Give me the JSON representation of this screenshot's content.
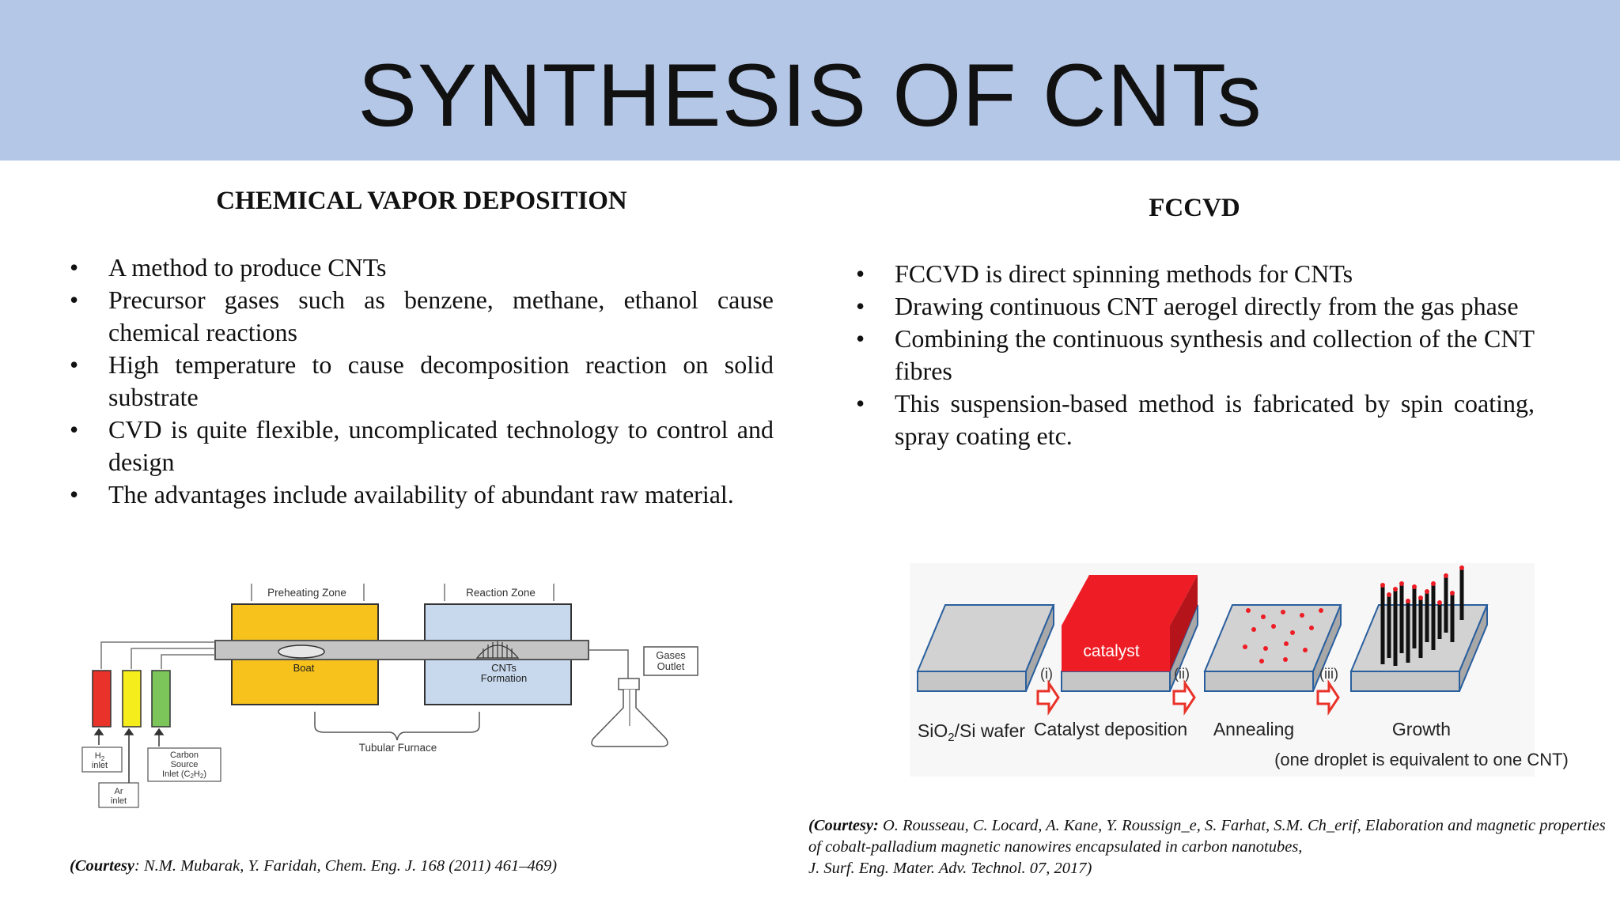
{
  "slide": {
    "title": "SYNTHESIS OF CNTs"
  },
  "left": {
    "heading": "CHEMICAL VAPOR DEPOSITION",
    "bullets": [
      "A method to produce CNTs",
      "Precursor gases such as benzene, methane, ethanol cause chemical reactions",
      "High temperature to cause decomposition reaction on solid substrate",
      "CVD is quite flexible, uncomplicated technology to control and design",
      "The advantages include availability of abundant raw material."
    ],
    "diagram": {
      "preheating_zone": "Preheating Zone",
      "reaction_zone": "Reaction Zone",
      "boat": "Boat",
      "cnts_formation_1": "CNTs",
      "cnts_formation_2": "Formation",
      "gases_outlet_1": "Gases",
      "gases_outlet_2": "Outlet",
      "tubular_furnace": "Tubular Furnace",
      "h2_inlet_1": "H",
      "h2_inlet_sub": "2",
      "h2_inlet_2": "inlet",
      "ar_inlet_1": "Ar",
      "ar_inlet_2": "inlet",
      "carbon_source_1": "Carbon",
      "carbon_source_2": "Source",
      "carbon_source_3": "Inlet (C",
      "carbon_source_sub1": "2",
      "carbon_source_h": "H",
      "carbon_source_sub2": "2",
      "carbon_source_end": ")",
      "cylinder_colors": [
        "#e8322a",
        "#f5ee1c",
        "#7cc55a"
      ],
      "preheat_color": "#f6c21b",
      "reaction_color": "#c8d9ee"
    },
    "courtesy_label": "(Courtesy",
    "courtesy_text": ": N.M. Mubarak, Y. Faridah, Chem. Eng. J. 168 (2011) 461–469)"
  },
  "right": {
    "heading": "FCCVD",
    "bullets": [
      "FCCVD is direct spinning methods for CNTs",
      "Drawing continuous CNT aerogel directly from the gas phase",
      "Combining the continuous synthesis and collection of the CNT fibres",
      "This suspension-based method is fabricated by spin coating, spray coating etc."
    ],
    "diagram": {
      "catalyst": "catalyst",
      "step_i": "(i)",
      "step_ii": "(ii)",
      "step_iii": "(iii)",
      "wafer_a": "SiO",
      "wafer_sub": "2",
      "wafer_b": "/Si wafer",
      "catalyst_deposition": "Catalyst deposition",
      "annealing": "Annealing",
      "growth": "Growth",
      "growth_note": "(one droplet is equivalent to one CNT)",
      "catalyst_color": "#ee1c24",
      "arrow_color": "#e8332a"
    },
    "courtesy_label": "(Courtesy:",
    "courtesy_text": " O. Rousseau, C. Locard, A. Kane, Y. Roussign_e, S. Farhat, S.M. Ch_erif, Elaboration and magnetic properties of cobalt-palladium magnetic nanowires encapsulated in carbon nanotubes,",
    "courtesy_text_2": "J. Surf. Eng. Mater. Adv. Technol. 07, 2017)"
  }
}
